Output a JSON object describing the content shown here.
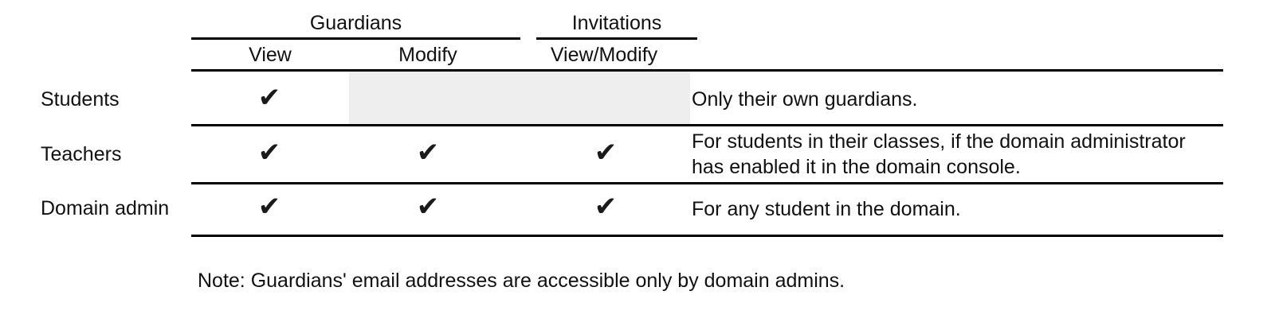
{
  "table": {
    "group_headers": [
      {
        "label": "Guardians"
      },
      {
        "label": "Invitations"
      }
    ],
    "column_headers": [
      {
        "label": "View"
      },
      {
        "label": "Modify"
      },
      {
        "label": "View/Modify"
      }
    ],
    "check_glyph": "✔",
    "rows": [
      {
        "label": "Students",
        "cells": [
          {
            "state": "allowed"
          },
          {
            "state": "not-applicable"
          },
          {
            "state": "not-applicable"
          }
        ],
        "description_lines": [
          "Only their own guardians."
        ]
      },
      {
        "label": "Teachers",
        "cells": [
          {
            "state": "allowed"
          },
          {
            "state": "allowed"
          },
          {
            "state": "allowed"
          }
        ],
        "description_lines": [
          "For students in their classes, if the domain administrator",
          "has enabled it in the domain console."
        ]
      },
      {
        "label": "Domain admin",
        "cells": [
          {
            "state": "allowed"
          },
          {
            "state": "allowed"
          },
          {
            "state": "allowed"
          }
        ],
        "description_lines": [
          "For any student in the domain."
        ]
      }
    ]
  },
  "note": "Note: Guardians' email addresses are accessible only by domain admins.",
  "colors": {
    "rule": "#000000",
    "text": "#111111",
    "shaded_cell": "#eeeeee",
    "check": "#1a1a1a",
    "background": "#ffffff"
  }
}
